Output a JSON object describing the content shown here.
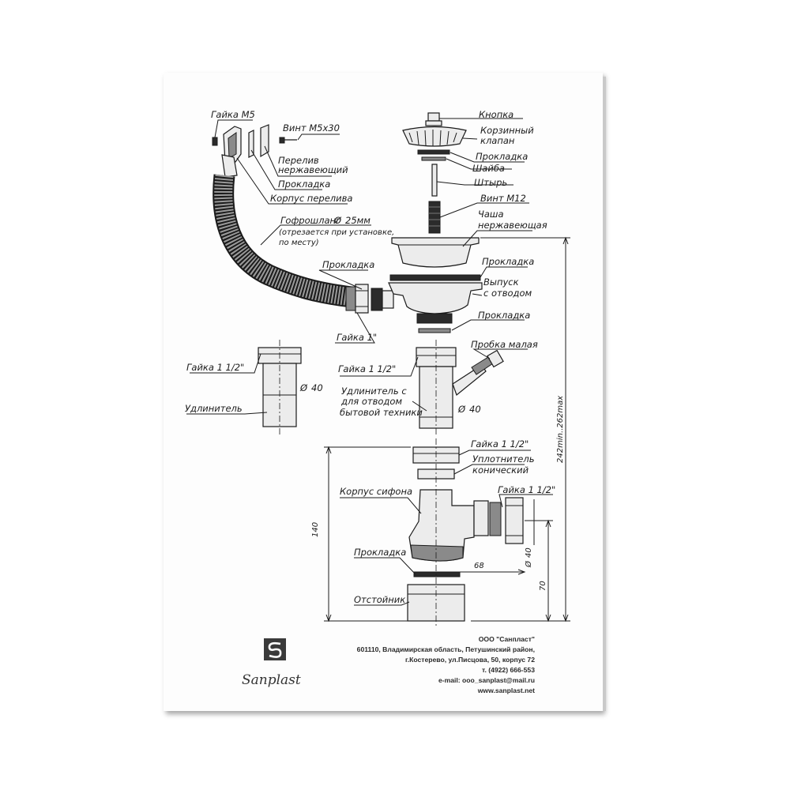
{
  "labels": {
    "nut_m5": "Гайка М5",
    "screw_m5x30": "Винт М5х30",
    "overflow_stainless_1": "Перелив",
    "overflow_stainless_2": "нержавеющий",
    "gasket_overflow": "Прокладка",
    "overflow_body": "Корпус перелива",
    "corrugated_hose": "Гофрошланг",
    "hose_diameter": "25мм",
    "hose_note_1": "(отрезается при установке,",
    "hose_note_2": "по месту)",
    "gasket_hose": "Прокладка",
    "nut_1": "Гайка 1\"",
    "button": "Кнопка",
    "basket_valve_1": "Корзинный",
    "basket_valve_2": "клапан",
    "gasket_top": "Прокладка",
    "washer": "Шайба",
    "rod": "Штырь",
    "screw_m12": "Винт М12",
    "bowl_1": "Чаша",
    "bowl_2": "нержавеющая",
    "gasket_bowl": "Прокладка",
    "outlet_1": "Выпуск",
    "outlet_2": "с отводом",
    "gasket_outlet": "Прокладка",
    "small_plug": "Пробка малая",
    "nut_1_5_left": "Гайка 1 1/2\"",
    "dia40_left": "40",
    "extension": "Удлинитель",
    "nut_1_5_center": "Гайка 1 1/2\"",
    "ext_branch_1": "Удлинитель с",
    "ext_branch_2": "для отводом",
    "ext_branch_3": "бытовой техники",
    "dia40_center": "40",
    "nut_1_5_lower": "Гайка 1 1/2\"",
    "conical_seal_1": "Уплотнитель",
    "conical_seal_2": "конический",
    "siphon_body": "Корпус сифона",
    "nut_1_5_right": "Гайка 1 1/2\"",
    "gasket_bottom": "Прокладка",
    "settler": "Отстойник",
    "dim_140": "140",
    "dim_68": "68",
    "dim_40": "40",
    "dim_70": "70",
    "dim_total": "242min..262max"
  },
  "company": {
    "name": "ООО \"Санпласт\"",
    "address_1": "601110, Владимирская область, Петушинский район,",
    "address_2": "г.Костерево, ул.Писцова, 50, корпус 72",
    "phone": "т. (4922) 666-553",
    "email": "e-mail: ooo_sanplast@mail.ru",
    "website": "www.sanplast.net",
    "brand": "Sanplast"
  }
}
